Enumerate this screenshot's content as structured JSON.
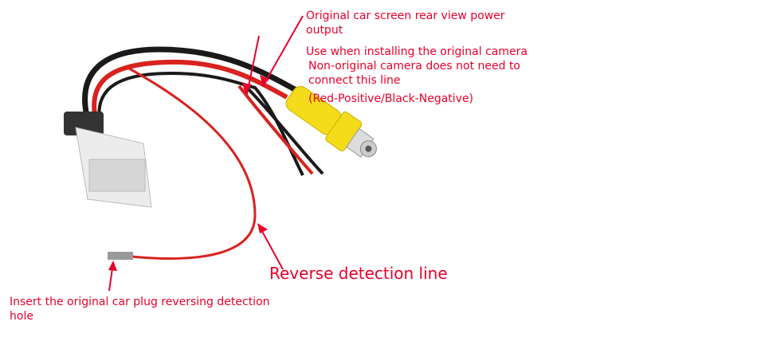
{
  "annotations": {
    "power_output": [
      "Original car screen rear view power",
      "output"
    ],
    "original_camera": "Use when installing the original camera",
    "non_original": [
      "Non-original camera does not need to",
      "connect this line"
    ],
    "polarity": "(Red-Positive/Black-Negative)",
    "reverse_line": "Reverse detection line",
    "insert_plug": [
      "Insert the original car plug reversing detection",
      "hole"
    ]
  },
  "colors": {
    "annotation": "#e8002a",
    "red_wire": "#d8231f",
    "black_wire": "#1a1a1a",
    "rca_yellow": "#f5dc1a",
    "connector_white": "#ececec"
  }
}
